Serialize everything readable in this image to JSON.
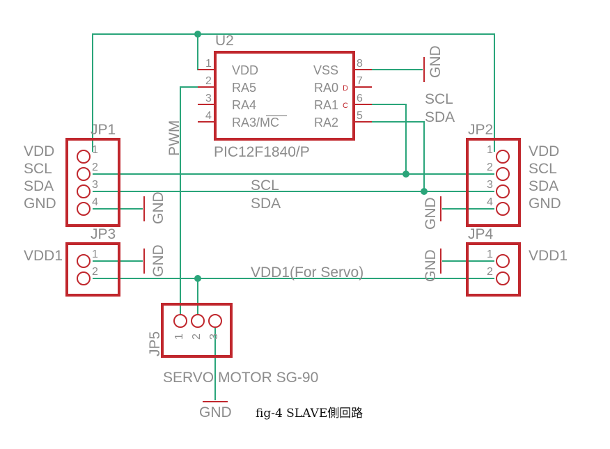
{
  "colors": {
    "wire": "#2aa57a",
    "part": "#c0272d",
    "label": "#8c8c8c"
  },
  "u2": {
    "ref": "U2",
    "name": "PIC12F1840/P",
    "left_pins": [
      {
        "num": "1",
        "label": "VDD"
      },
      {
        "num": "2",
        "label": "RA5"
      },
      {
        "num": "3",
        "label": "RA4"
      },
      {
        "num": "4",
        "label": "RA3/MC"
      }
    ],
    "right_pins": [
      {
        "num": "8",
        "label": "VSS"
      },
      {
        "num": "7",
        "label": "RA0"
      },
      {
        "num": "6",
        "label": "RA1"
      },
      {
        "num": "5",
        "label": "RA2"
      }
    ],
    "tag_d": "D",
    "tag_c": "C"
  },
  "jp1": {
    "ref": "JP1",
    "labels": [
      "VDD",
      "SCL",
      "SDA",
      "GND"
    ],
    "pins": [
      "1",
      "2",
      "3",
      "4"
    ]
  },
  "jp2": {
    "ref": "JP2",
    "labels": [
      "VDD",
      "SCL",
      "SDA",
      "GND"
    ],
    "pins": [
      "1",
      "2",
      "3",
      "4"
    ]
  },
  "jp3": {
    "ref": "JP3",
    "labels": [
      "VDD1"
    ],
    "pins": [
      "1",
      "2"
    ]
  },
  "jp4": {
    "ref": "JP4",
    "labels": [
      "VDD1"
    ],
    "pins": [
      "1",
      "2"
    ]
  },
  "jp5": {
    "ref": "JP5",
    "pins": [
      "1",
      "2",
      "3"
    ],
    "name": "SERVO MOTOR SG-90"
  },
  "nets": {
    "gnd": "GND",
    "scl": "SCL",
    "sda": "SDA",
    "pwm": "PWM",
    "vdd1": "VDD1(For Servo)"
  },
  "caption": "fig-4  SLAVE側回路"
}
